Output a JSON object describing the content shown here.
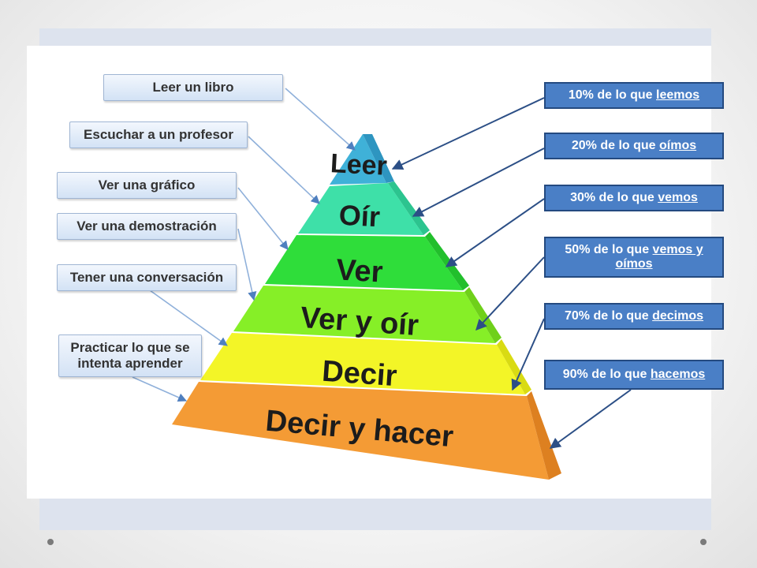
{
  "layers": [
    {
      "label": "Leer",
      "color": "#3fb1d8",
      "side": "#2e95c0"
    },
    {
      "label": "Oír",
      "color": "#3ee0a8",
      "side": "#2cc48f"
    },
    {
      "label": "Ver",
      "color": "#2fdd3a",
      "side": "#22bf2c"
    },
    {
      "label": "Ver y oír",
      "color": "#86ef27",
      "side": "#6fd01a"
    },
    {
      "label": "Decir",
      "color": "#f3f527",
      "side": "#d9db13"
    },
    {
      "label": "Decir y hacer",
      "color": "#f49b35",
      "side": "#dd8020"
    }
  ],
  "activities": [
    {
      "text": "Leer un libro"
    },
    {
      "text": "Escuchar a un profesor"
    },
    {
      "text": "Ver una gráfico"
    },
    {
      "text": "Ver una demostración"
    },
    {
      "text": "Tener una conversación"
    },
    {
      "line1": "Practicar lo que se",
      "line2": "intenta aprender"
    }
  ],
  "retention": [
    {
      "prefix": "10% de lo que ",
      "emph": "leemos"
    },
    {
      "prefix": "20% de lo que ",
      "emph": "oímos"
    },
    {
      "prefix": "30% de lo que ",
      "emph": "vemos"
    },
    {
      "prefix": "50% de lo que ",
      "emph": "vemos y",
      "emph2": "oímos"
    },
    {
      "prefix": "70% de lo que ",
      "emph": "decimos"
    },
    {
      "prefix": "90% de lo que ",
      "emph": "hacemos"
    }
  ]
}
